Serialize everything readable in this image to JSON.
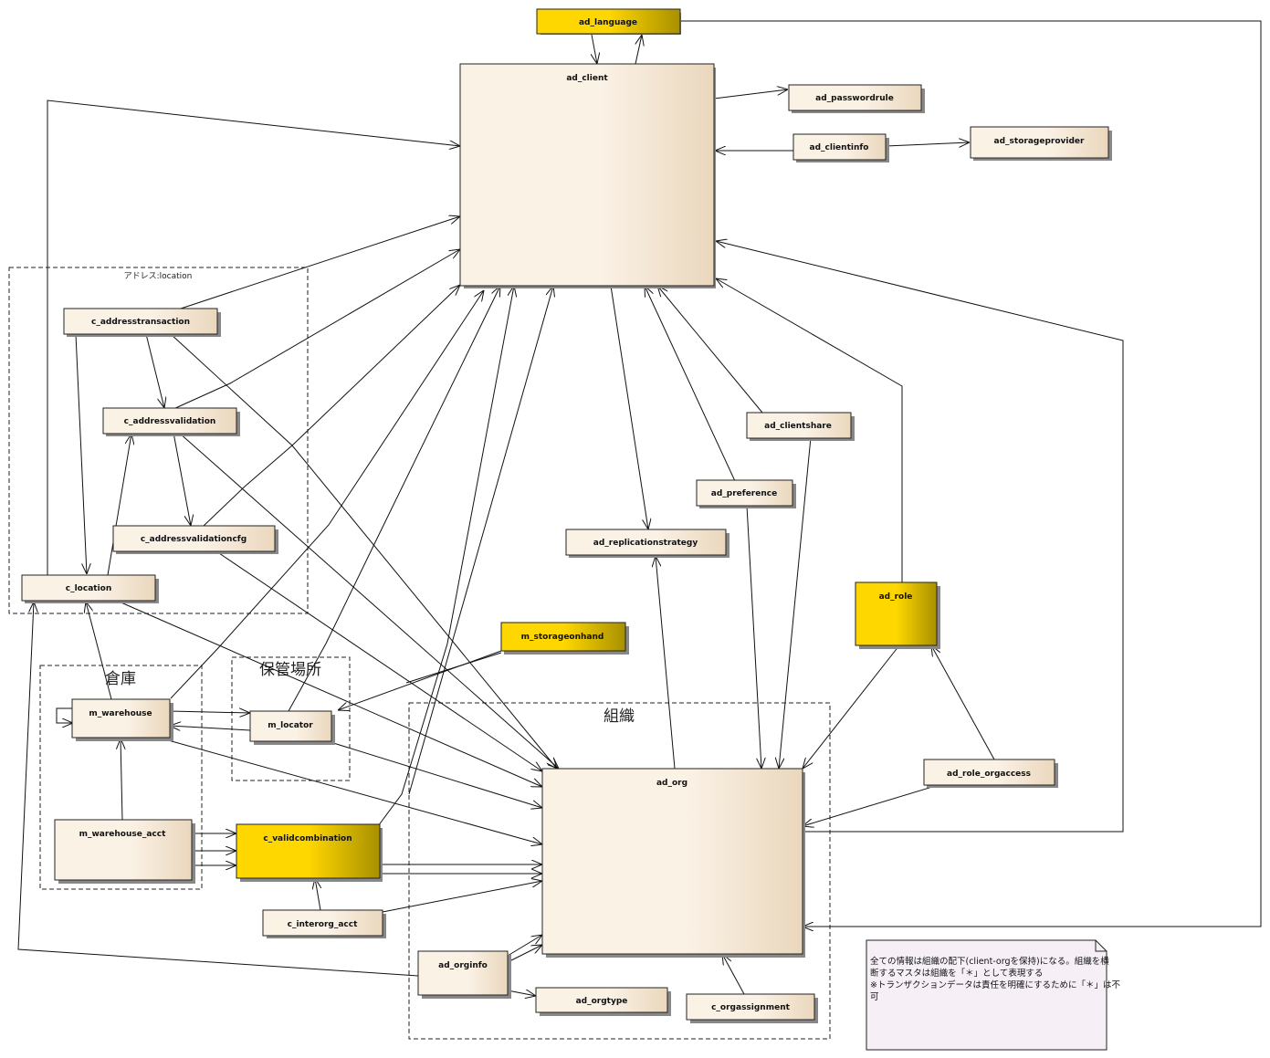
{
  "packages": {
    "address": "アドレス:location",
    "warehouse": "倉庫",
    "locator": "保管場所",
    "org": "組織"
  },
  "entities": {
    "ad_language": "ad_language",
    "ad_client": "ad_client",
    "ad_passwordrule": "ad_passwordrule",
    "ad_clientinfo": "ad_clientinfo",
    "ad_storageprovider": "ad_storageprovider",
    "c_addresstransaction": "c_addresstransaction",
    "c_addressvalidation": "c_addressvalidation",
    "c_addressvalidationcfg": "c_addressvalidationcfg",
    "c_location": "c_location",
    "ad_clientshare": "ad_clientshare",
    "ad_preference": "ad_preference",
    "ad_replicationstrategy": "ad_replicationstrategy",
    "ad_role": "ad_role",
    "m_storageonhand": "m_storageonhand",
    "m_warehouse": "m_warehouse",
    "m_locator": "m_locator",
    "m_warehouse_acct": "m_warehouse_acct",
    "c_validcombination": "c_validcombination",
    "c_interorg_acct": "c_interorg_acct",
    "ad_org": "ad_org",
    "ad_role_orgaccess": "ad_role_orgaccess",
    "ad_orginfo": "ad_orginfo",
    "ad_orgtype": "ad_orgtype",
    "c_orgassignment": "c_orgassignment"
  },
  "note": {
    "line1": "全ての情報は組織の配下(client-orgを保持)になる。組織を横",
    "line2": "断するマスタは組織を「＊」として表現する",
    "line3": "※トランザクションデータは責任を明確にするために「＊」は不",
    "line4": "可"
  },
  "colors": {
    "entity_fill_light": "#fbf2e6",
    "entity_fill_dark": "#ead7bd",
    "highlight_fill_light": "#ffd700",
    "highlight_fill_dark": "#a89000",
    "note_fill": "#f6f0f6"
  }
}
